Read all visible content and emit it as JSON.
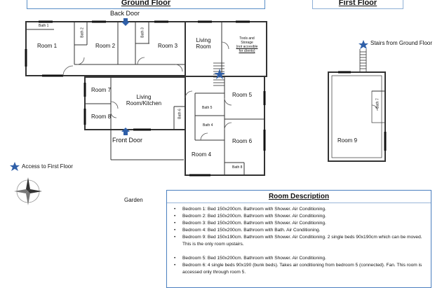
{
  "headers": {
    "ground_floor": "Ground Floor",
    "first_floor": "First Floor"
  },
  "labels": {
    "back_door": "Back Door",
    "front_door": "Front Door",
    "stairs_from_ground_floor": "Stairs from Ground Floor",
    "access_to_first_floor": "Access to First Floor",
    "garden": "Garden",
    "living_room": [
      "Living",
      "Room"
    ],
    "living_room_kitchen": [
      "Living",
      "Room/Kitchen"
    ],
    "tools_storage": [
      "Tools and",
      "Storage",
      "(not accesible",
      "for clients)"
    ]
  },
  "rooms": {
    "room_1": "Room 1",
    "room_2": "Room 2",
    "room_3": "Room 3",
    "room_4": "Room 4",
    "room_5": "Room 5",
    "room_6": "Room 6",
    "room_7": "Room 7",
    "room_8": "Room 8",
    "room_9": "Room 9"
  },
  "baths": {
    "bath_1": "Bath 1",
    "bath_2": "Bath 2",
    "bath_3": "Bath 3",
    "bath_4": "Bath 4",
    "bath_5": "Bath 5",
    "bath_6": "Bath 6",
    "bath_7": "Bath 7",
    "bath_8": "Bath 8"
  },
  "room_description": {
    "title": "Room Description",
    "items": [
      "Bedroom 1: Bed 150x200cm. Bathroom with Shower. Air Conditioning.",
      "Bedroom 2: Bed 150x200cm. Bathroom with Shower. Air Conditioning.",
      "Bedroom 3: Bed 150x200cm. Bathroom with Shower. Air Conditioning.",
      "Bedroom 4: Bed 150x200cm. Bathroom with Bath. Air Conditioning.",
      "Bedroom 9: Bed 150x190cm. Bathroom with Shower. Air Conditioning.  2 single beds 90x190cm which can be moved. This is the only room upstairs.",
      "Bedroom 5: Bed 150x200cm. Bathroom with Shower. Air Conditioning.",
      "Bedroom 6: 4 single beds 90x190 (bunk beds). Takes air conditioning from bedroom 5 (connected). Fan. This room is accessed only through room 5."
    ]
  },
  "colors": {
    "header_border": "#5a8fc7",
    "star": "#2f5fa8",
    "desc_border": "#4a7fbf"
  },
  "icons": {
    "star": "star-icon",
    "compass": "compass-rose-icon"
  }
}
